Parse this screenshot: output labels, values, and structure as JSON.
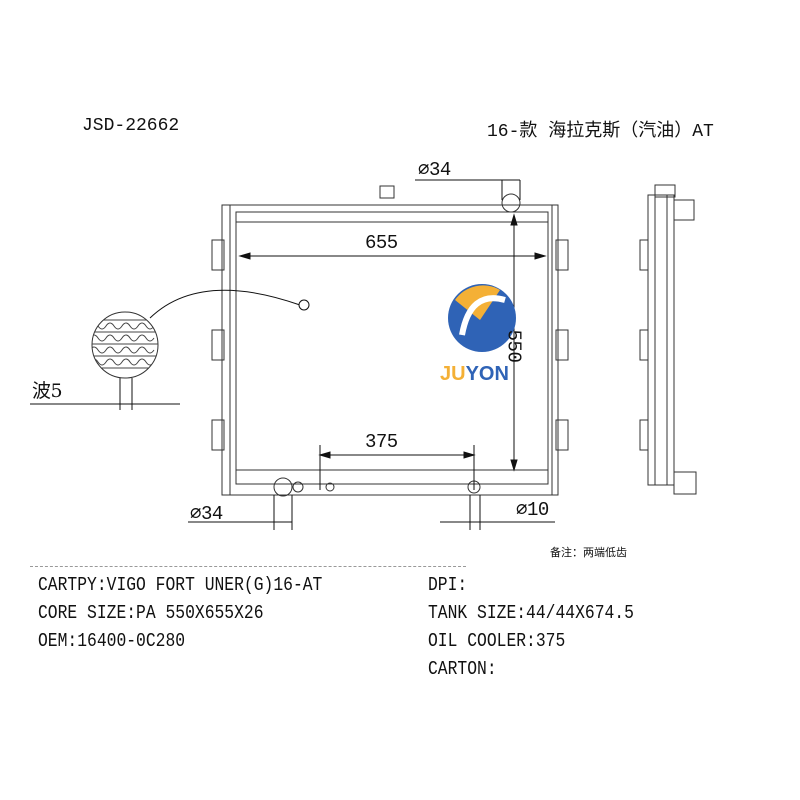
{
  "header": {
    "part_number": "JSD-22662",
    "model_title": "16-款 海拉克斯（汽油）AT"
  },
  "drawing": {
    "dim_width": "655",
    "dim_height": "550",
    "dim_oil_cooler": "375",
    "dim_top_inlet": "⌀34",
    "dim_bottom_outlet": "⌀34",
    "dim_oil_port": "⌀10",
    "fin_label": "波5",
    "note": "备注：两端低齿"
  },
  "logo": {
    "text": "JUYON",
    "colors": {
      "orange": "#f4b036",
      "blue": "#2f63b6"
    }
  },
  "specs": {
    "left": [
      "CARTPY:VIGO FORT UNER(G)16-AT",
      "CORE SIZE:PA 550X655X26",
      "OEM:16400-0C280"
    ],
    "right": [
      "DPI:",
      "TANK SIZE:44/44X674.5",
      "OIL COOLER:375",
      "CARTON:"
    ]
  }
}
